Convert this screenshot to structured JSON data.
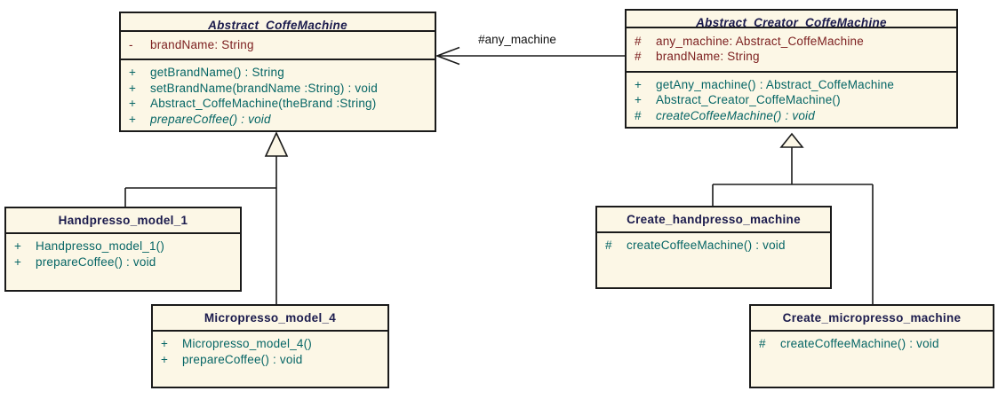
{
  "diagram": {
    "type": "uml-class-diagram",
    "colors": {
      "background": "#ffffff",
      "box_fill": "#FCF7E6",
      "line": "#1a1a1a",
      "title": "#1b1b4d",
      "attribute": "#7d2121",
      "method": "#056565"
    },
    "classes": [
      {
        "name": "Abstract_CoffeMachine",
        "abstract": true,
        "attributes": [
          {
            "visibility": "-",
            "text": "brandName: String"
          }
        ],
        "methods": [
          {
            "visibility": "+",
            "text": "getBrandName() : String"
          },
          {
            "visibility": "+",
            "text": "setBrandName(brandName :String) : void"
          },
          {
            "visibility": "+",
            "text": "Abstract_CoffeMachine(theBrand :String)"
          },
          {
            "visibility": "+",
            "text": "prepareCoffee() : void",
            "abstract": true
          }
        ]
      },
      {
        "name": "Abstract_Creator_CoffeMachine",
        "abstract": true,
        "attributes": [
          {
            "visibility": "#",
            "text": "any_machine: Abstract_CoffeMachine"
          },
          {
            "visibility": "#",
            "text": "brandName: String"
          }
        ],
        "methods": [
          {
            "visibility": "+",
            "text": "getAny_machine() : Abstract_CoffeMachine"
          },
          {
            "visibility": "+",
            "text": "Abstract_Creator_CoffeMachine()"
          },
          {
            "visibility": "#",
            "text": "createCoffeeMachine() : void",
            "abstract": true
          }
        ]
      },
      {
        "name": "Handpresso_model_1",
        "abstract": false,
        "attributes": [],
        "methods": [
          {
            "visibility": "+",
            "text": "Handpresso_model_1()"
          },
          {
            "visibility": "+",
            "text": "prepareCoffee() : void"
          }
        ]
      },
      {
        "name": "Micropresso_model_4",
        "abstract": false,
        "attributes": [],
        "methods": [
          {
            "visibility": "+",
            "text": "Micropresso_model_4()"
          },
          {
            "visibility": "+",
            "text": "prepareCoffee() : void"
          }
        ]
      },
      {
        "name": "Create_handpresso_machine",
        "abstract": false,
        "attributes": [],
        "methods": [
          {
            "visibility": "#",
            "text": "createCoffeeMachine() : void"
          }
        ]
      },
      {
        "name": "Create_micropresso_machine",
        "abstract": false,
        "attributes": [],
        "methods": [
          {
            "visibility": "#",
            "text": "createCoffeeMachine() : void"
          }
        ]
      }
    ],
    "relationships": [
      {
        "type": "association",
        "from": "Abstract_Creator_CoffeMachine",
        "to": "Abstract_CoffeMachine",
        "label": "#any_machine"
      },
      {
        "type": "generalization",
        "from": "Handpresso_model_1",
        "to": "Abstract_CoffeMachine"
      },
      {
        "type": "generalization",
        "from": "Micropresso_model_4",
        "to": "Abstract_CoffeMachine"
      },
      {
        "type": "generalization",
        "from": "Create_handpresso_machine",
        "to": "Abstract_Creator_CoffeMachine"
      },
      {
        "type": "generalization",
        "from": "Create_micropresso_machine",
        "to": "Abstract_Creator_CoffeMachine"
      }
    ]
  }
}
